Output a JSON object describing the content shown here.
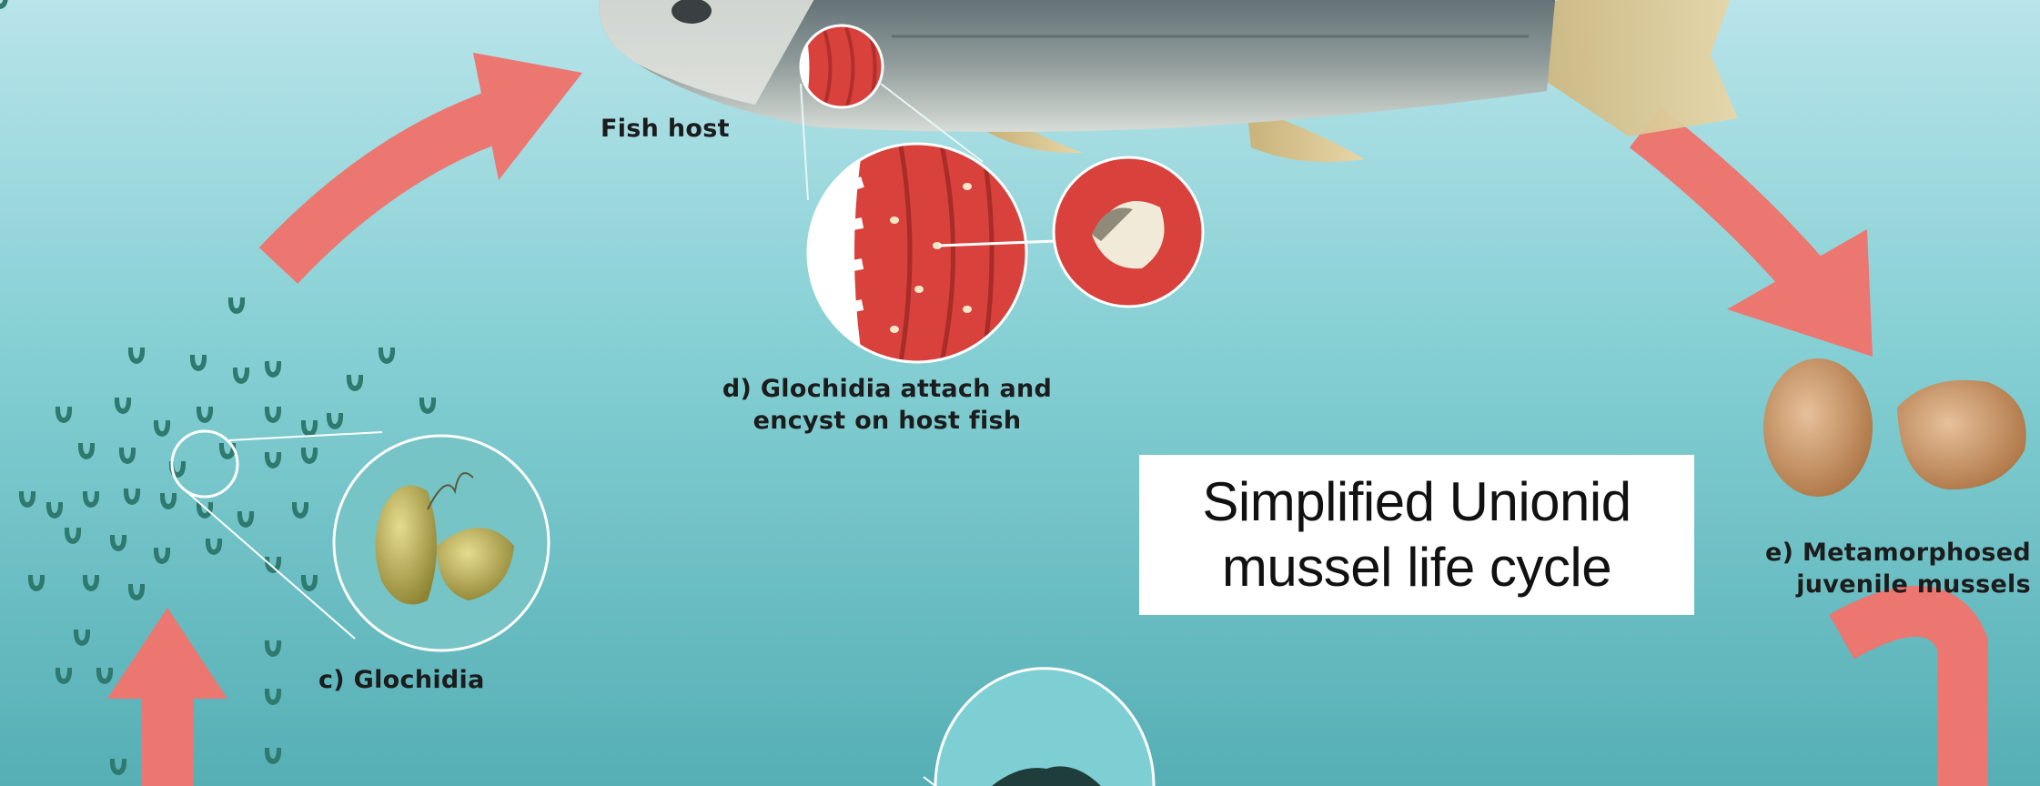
{
  "diagram": {
    "title_line1": "Simplified Unionid",
    "title_line2": "mussel life cycle",
    "stages": {
      "fish_host": "Fish host",
      "d_line1": "d) Glochidia attach and",
      "d_line2": "encyst on host fish",
      "c": "c) Glochidia",
      "e_line1": "e) Metamorphosed",
      "e_line2": "juvenile mussels"
    },
    "colors": {
      "water_top": "#b8e4ea",
      "water_mid": "#7fcdd2",
      "water_bottom": "#54aeb4",
      "arrow": "#ec7670",
      "glochidia_dots": "#2f7a6e",
      "gill_red": "#d8413c",
      "shell_gold": "#c8b65a",
      "juvenile_tan": "#c99465"
    }
  }
}
